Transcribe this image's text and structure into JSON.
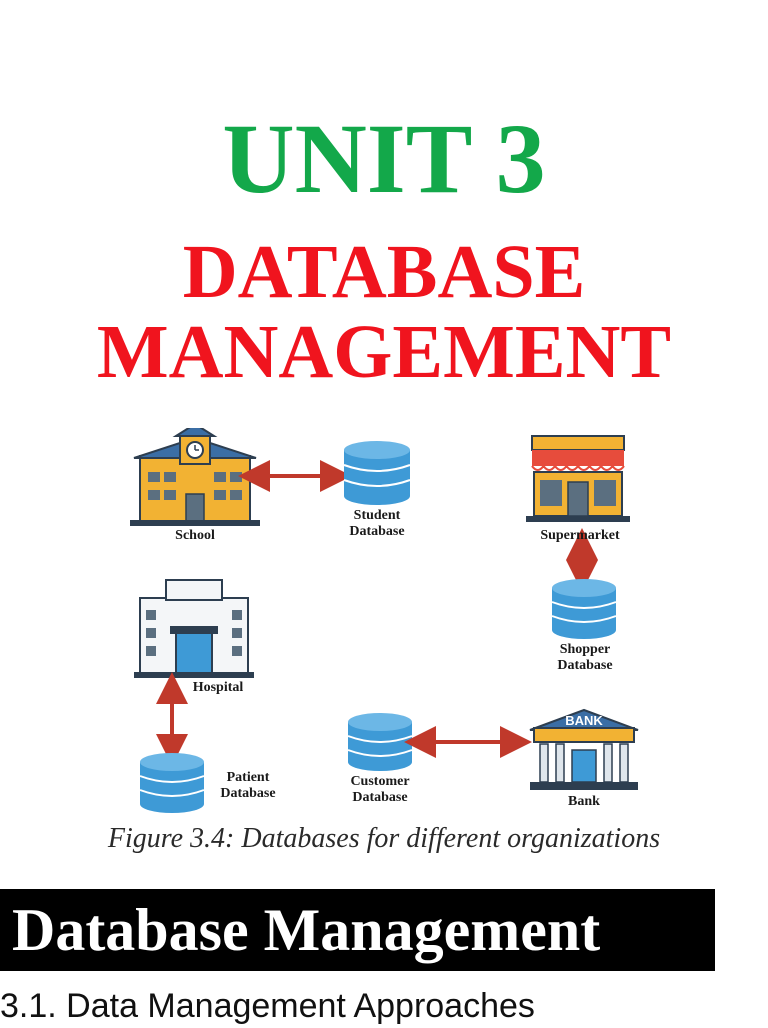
{
  "header": {
    "unit": "UNIT 3",
    "subtitle_line1": "DATABASE",
    "subtitle_line2": "MANAGEMENT"
  },
  "figure": {
    "labels": {
      "school": "School",
      "student_db_1": "Student",
      "student_db_2": "Database",
      "supermarket": "Supermarket",
      "shopper_db_1": "Shopper",
      "shopper_db_2": "Database",
      "hospital": "Hospital",
      "patient_db_1": "Patient",
      "patient_db_2": "Database",
      "customer_db_1": "Customer",
      "customer_db_2": "Database",
      "bank": "Bank",
      "bank_sign": "BANK"
    },
    "caption": "Figure 3.4: Databases for different organizations"
  },
  "section": {
    "title": "Database Management",
    "subheading": "3.1. Data Management Approaches"
  },
  "colors": {
    "unit_title": "#13a84a",
    "subtitle": "#f0141e",
    "arrow": "#c0392b",
    "database": "#3e9ad6"
  }
}
